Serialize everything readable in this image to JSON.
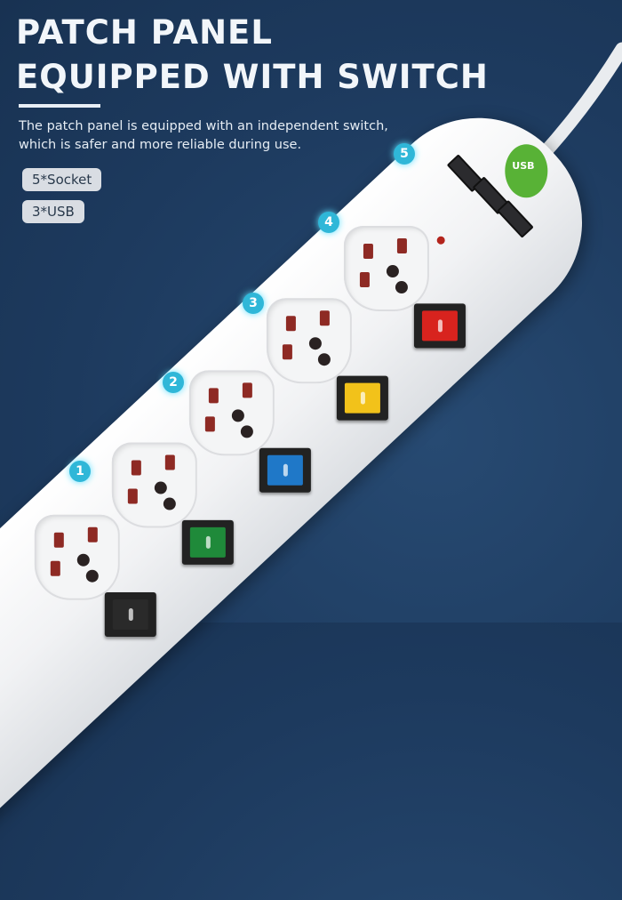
{
  "heading": {
    "line1": "PATCH PANEL",
    "line2": "EQUIPPED WITH SWITCH"
  },
  "description": {
    "line1": "The patch panel is equipped with an independent switch,",
    "line2": "which is safer and more reliable during use."
  },
  "tags": [
    "5*Socket",
    "3*USB"
  ],
  "badges": [
    "1",
    "2",
    "3",
    "4",
    "5"
  ],
  "sticker_text": "USB",
  "switch_colors": [
    "#2a2a2a",
    "#1f8a3a",
    "#1f78c8",
    "#f2c21a",
    "#d8231e"
  ],
  "colors": {
    "background": "#1d3a5e",
    "badge": "#2fb7d8",
    "pin": "#8e2a24"
  }
}
